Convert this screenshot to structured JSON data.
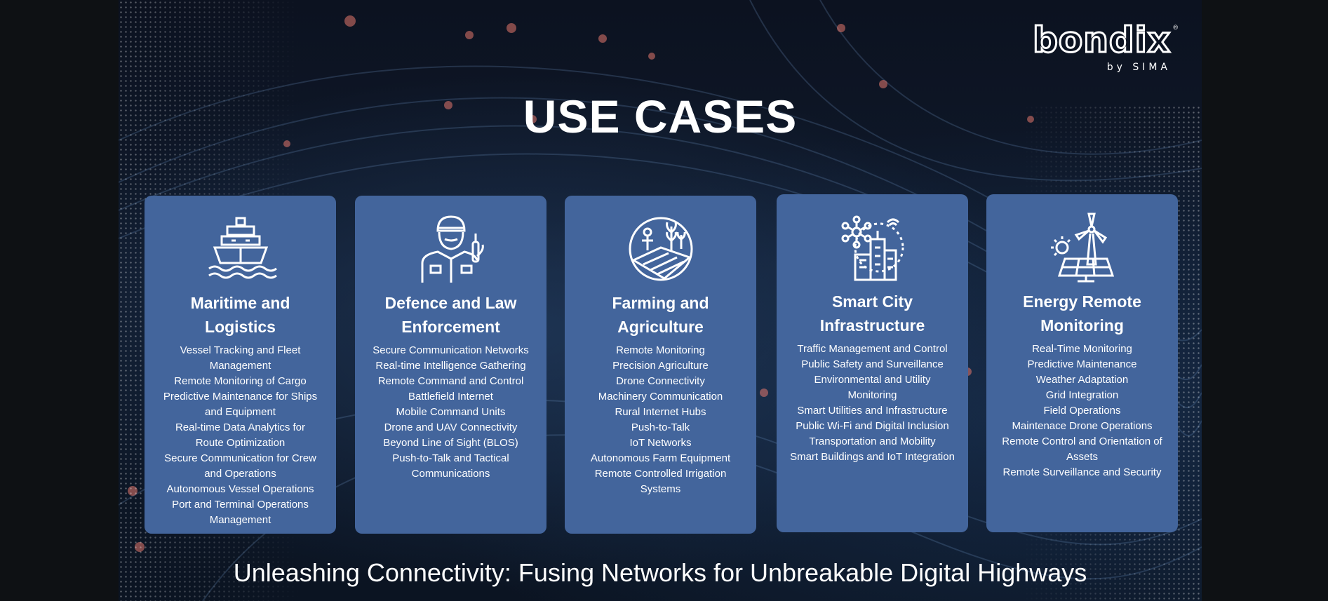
{
  "brand": {
    "name": "bondix",
    "reg": "®",
    "subtitle": "by SIMA"
  },
  "title": "USE CASES",
  "tagline": "Unleashing Connectivity: Fusing Networks for Unbreakable Digital Highways",
  "colors": {
    "card_bg": "#43659c",
    "text": "#ffffff",
    "page_bg": "#0e1114"
  },
  "cards": [
    {
      "icon": "ship-icon",
      "title_line1": "Maritime and",
      "title_line2": "Logistics",
      "items": [
        "Vessel Tracking and Fleet",
        "Management",
        "Remote Monitoring of Cargo",
        "Predictive Maintenance for Ships",
        "and Equipment",
        "Real-time Data Analytics for",
        "Route Optimization",
        "Secure Communication for Crew",
        "and Operations",
        "Autonomous Vessel Operations",
        "Port and Terminal Operations",
        "Management"
      ]
    },
    {
      "icon": "soldier-icon",
      "title_line1": "Defence and Law",
      "title_line2": "Enforcement",
      "items": [
        "Secure Communication Networks",
        "Real-time Intelligence Gathering",
        "Remote Command and Control",
        "Battlefield Internet",
        "Mobile Command Units",
        "Drone and UAV Connectivity",
        "Beyond Line of Sight (BLOS)",
        "Push-to-Talk and Tactical",
        "Communications"
      ]
    },
    {
      "icon": "farm-icon",
      "title_line1": "Farming and",
      "title_line2": "Agriculture",
      "items": [
        "Remote Monitoring",
        "Precision Agriculture",
        "Drone Connectivity",
        "Machinery Communication",
        "Rural Internet Hubs",
        "Push-to-Talk",
        "IoT Networks",
        "Autonomous Farm Equipment",
        "Remote Controlled Irrigation",
        "Systems"
      ]
    },
    {
      "icon": "smart-city-icon",
      "title_line1": "Smart City",
      "title_line2": "Infrastructure",
      "items": [
        "Traffic Management and Control",
        "Public Safety and Surveillance",
        "Environmental and Utility",
        "Monitoring",
        "Smart Utilities and Infrastructure",
        "Public Wi-Fi and Digital Inclusion",
        "Transportation and Mobility",
        "Smart Buildings and IoT Integration"
      ]
    },
    {
      "icon": "wind-solar-icon",
      "title_line1": "Energy Remote",
      "title_line2": "Monitoring",
      "items": [
        "Real-Time Monitoring",
        "Predictive Maintenance",
        "Weather Adaptation",
        "Grid Integration",
        "Field Operations",
        "Maintenace Drone Operations",
        "Remote Control and Orientation of",
        "Assets",
        "Remote Surveillance and Security"
      ]
    }
  ]
}
